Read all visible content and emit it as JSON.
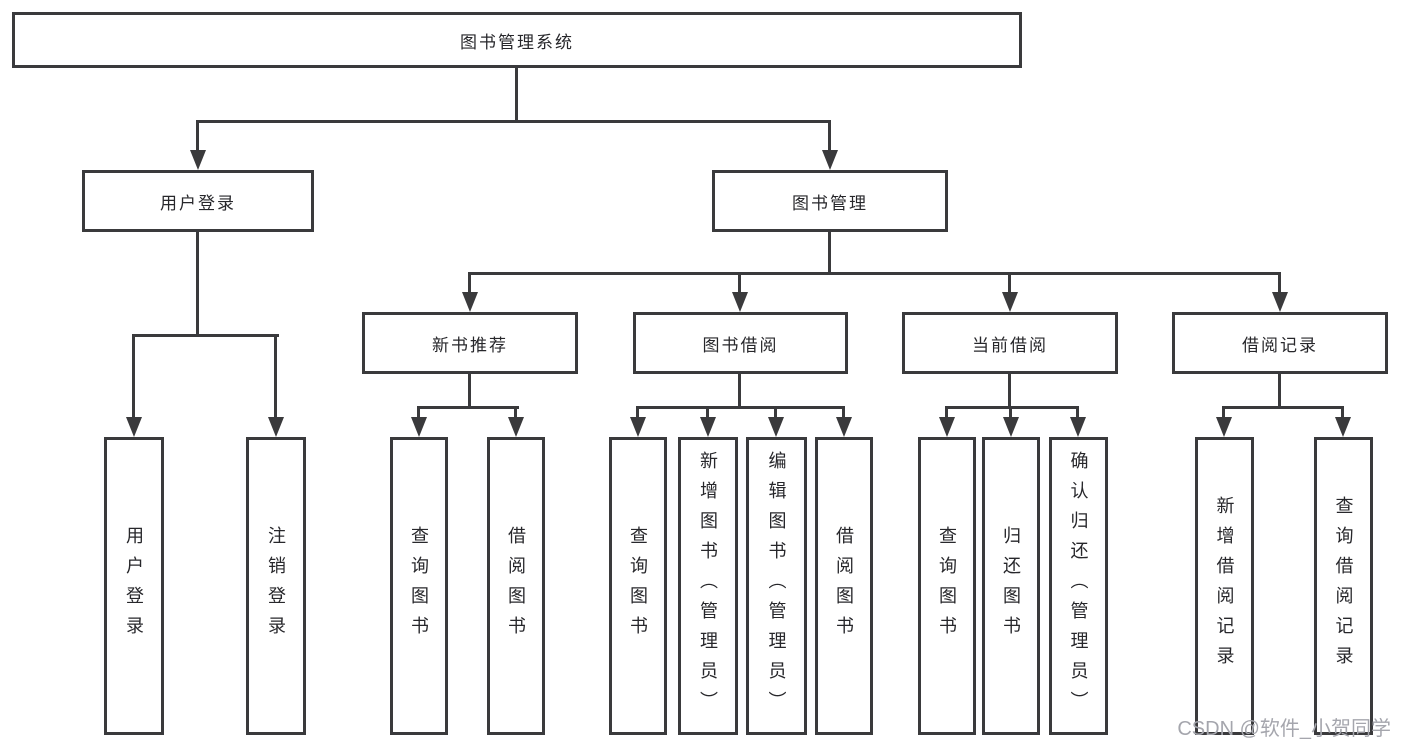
{
  "diagram": {
    "root": "图书管理系统",
    "login": {
      "label": "用户登录",
      "children": [
        "用户登录",
        "注销登录"
      ]
    },
    "management": {
      "label": "图书管理",
      "sections": [
        {
          "label": "新书推荐",
          "children": [
            "查询图书",
            "借阅图书"
          ]
        },
        {
          "label": "图书借阅",
          "children": [
            "查询图书",
            "新增图书（管理员）",
            "编辑图书（管理员）",
            "借阅图书"
          ]
        },
        {
          "label": "当前借阅",
          "children": [
            "查询图书",
            "归还图书",
            "确认归还（管理员）"
          ]
        },
        {
          "label": "借阅记录",
          "children": [
            "新增借阅记录",
            "查询借阅记录"
          ]
        }
      ]
    },
    "watermark": "CSDN @软件_小贺同学",
    "colors": {
      "line": "#3a3a3c",
      "text": "#27272b",
      "watermark": "#a5a6ad",
      "background": "#ffffff"
    }
  }
}
